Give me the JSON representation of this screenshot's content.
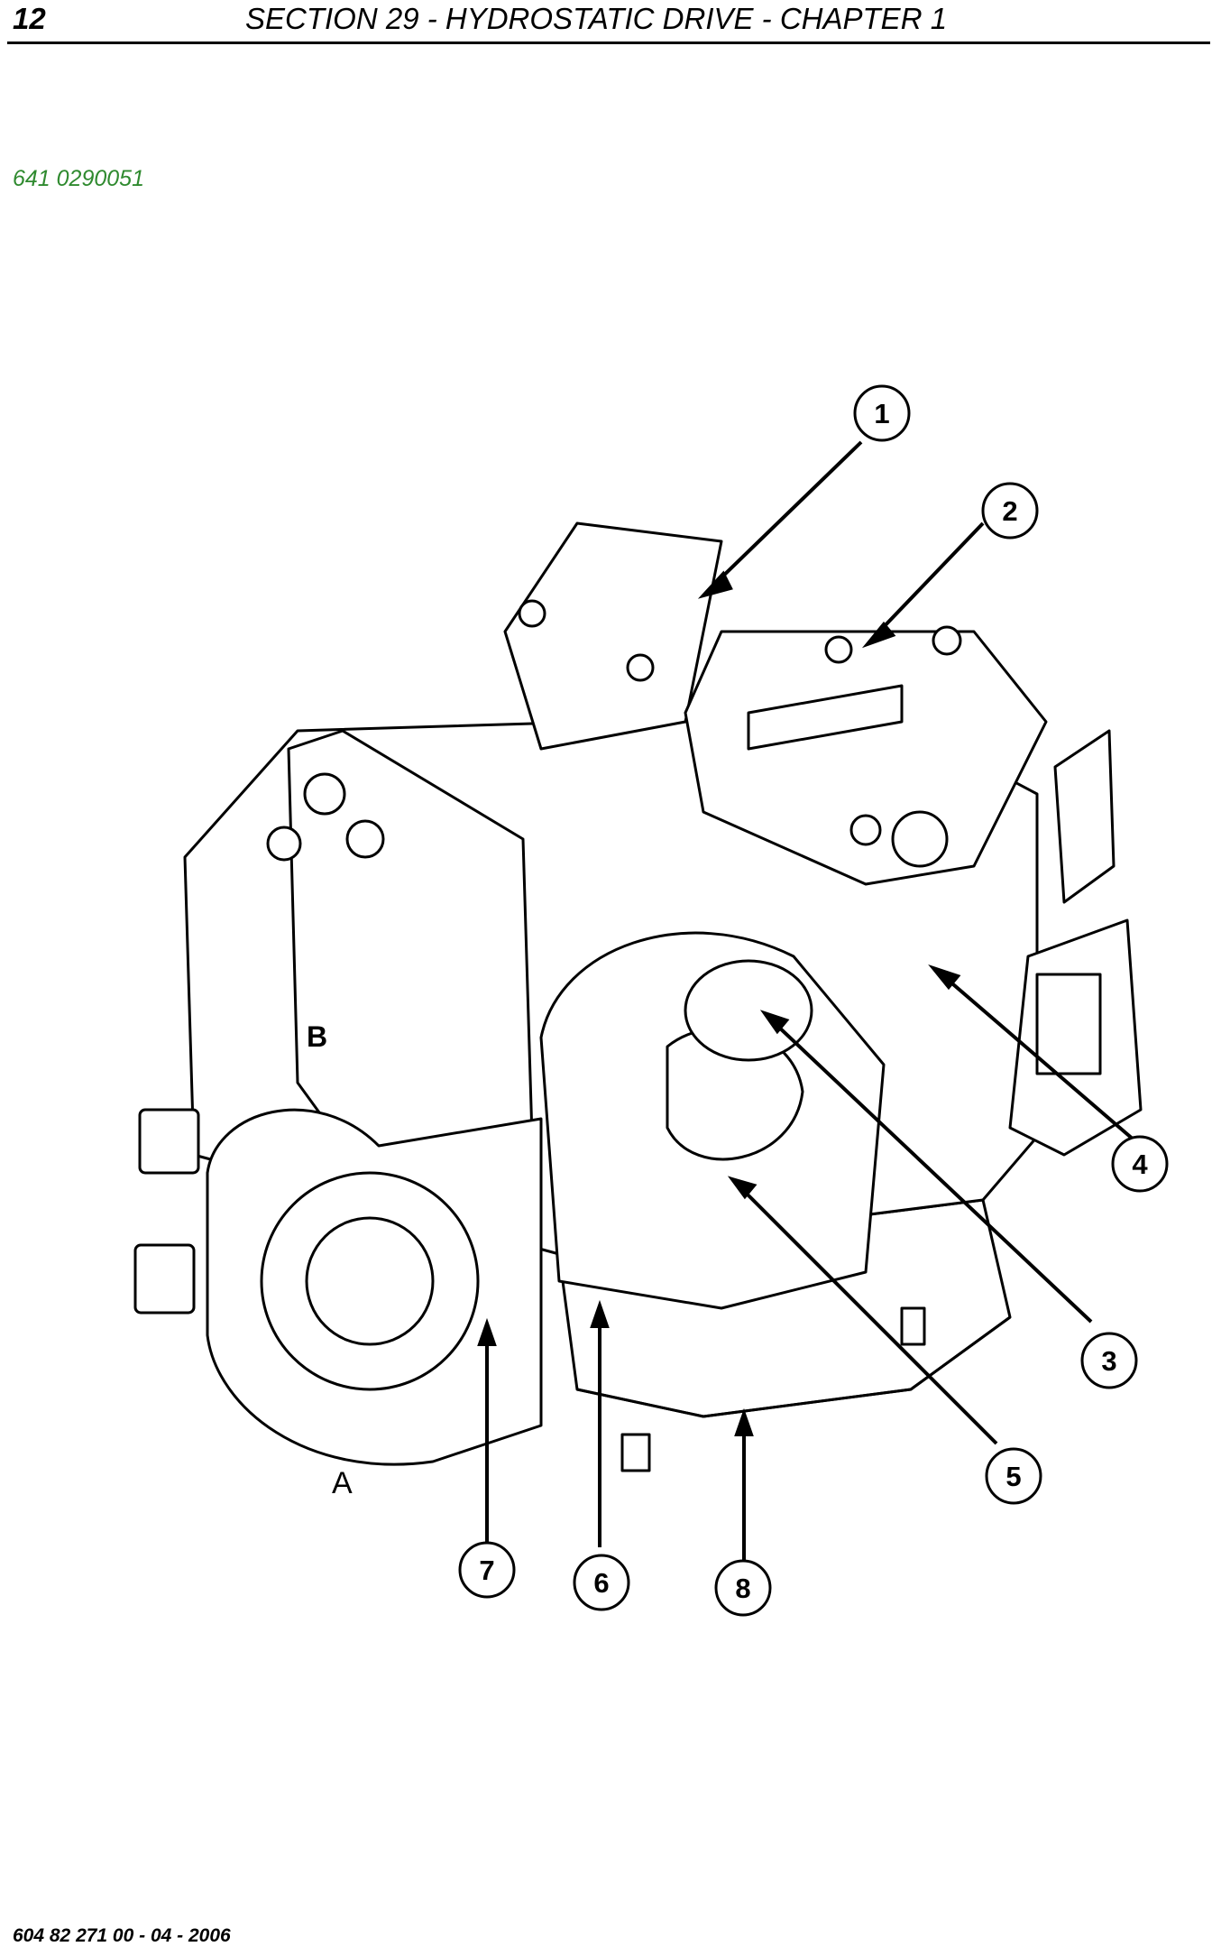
{
  "header": {
    "page_number": "12",
    "section_title": "SECTION 29 - HYDROSTATIC DRIVE - CHAPTER 1"
  },
  "figure": {
    "reference": "641 0290051",
    "callouts": [
      "1",
      "2",
      "3",
      "4",
      "5",
      "6",
      "7",
      "8"
    ],
    "housing_letters": [
      "B",
      "A"
    ]
  },
  "footer": {
    "document_code": "604 82 271 00 - 04 - 2006"
  }
}
